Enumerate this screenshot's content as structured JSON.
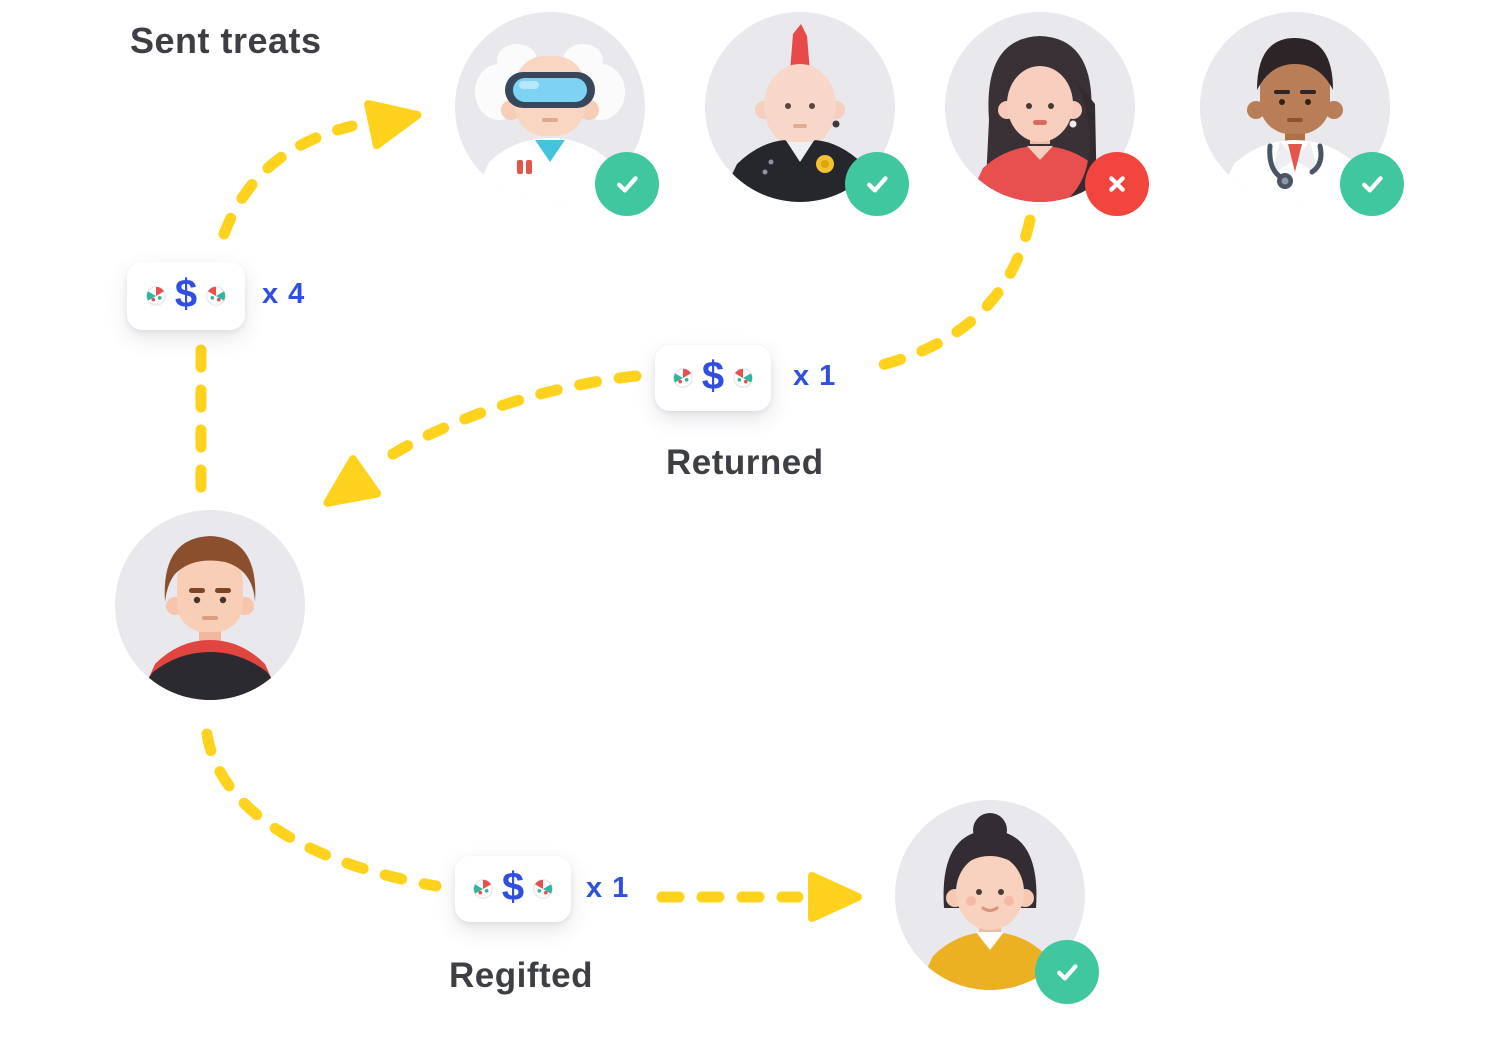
{
  "diagram": {
    "title": "Sent treats",
    "card_symbol": "$",
    "flows": {
      "sent": {
        "count": "x 4"
      },
      "returned": {
        "count": "x 1",
        "label": "Returned"
      },
      "regifted": {
        "count": "x 1",
        "label": "Regifted"
      }
    },
    "recipients": [
      {
        "id": "scientist",
        "status": "accepted"
      },
      {
        "id": "punk",
        "status": "accepted"
      },
      {
        "id": "woman-red",
        "status": "declined"
      },
      {
        "id": "doctor",
        "status": "accepted"
      }
    ],
    "sender": {
      "id": "man-brown-hair"
    },
    "regift_recipient": {
      "id": "woman-bun",
      "status": "accepted"
    },
    "icons": {
      "accepted": "check-icon",
      "declined": "x-icon",
      "treat": "candy-icon",
      "currency": "dollar-symbol"
    },
    "colors": {
      "arrow_yellow": "#FFD21E",
      "success_green": "#40C7A0",
      "decline_red": "#F2453D",
      "count_blue": "#2E4FE0",
      "label_gray": "#3E3F44",
      "avatar_bg": "#E8E8ED"
    }
  }
}
